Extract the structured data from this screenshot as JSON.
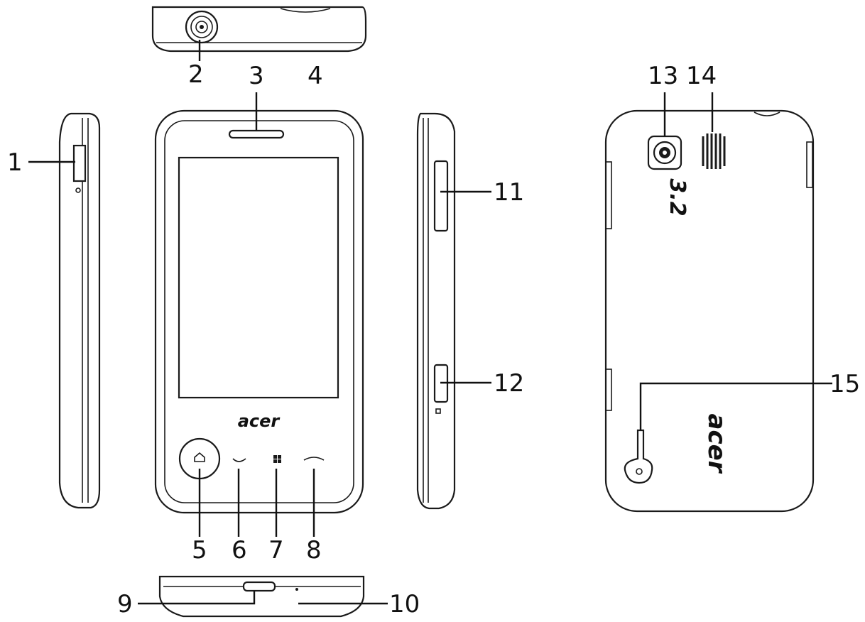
{
  "callouts": {
    "c1": "1",
    "c2": "2",
    "c3": "3",
    "c4": "4",
    "c5": "5",
    "c6": "6",
    "c7": "7",
    "c8": "8",
    "c9": "9",
    "c10": "10",
    "c11": "11",
    "c12": "12",
    "c13": "13",
    "c14": "14",
    "c15": "15"
  },
  "brand": {
    "front": "acer",
    "back": "acer",
    "camera_mp": "3.2"
  },
  "icons": {
    "home_key": "home-icon",
    "call_key": "phone-icon",
    "start_key": "windows-icon",
    "end_key": "end-call-icon"
  },
  "colors": {
    "line": "#1a1a1a",
    "background": "#ffffff"
  }
}
